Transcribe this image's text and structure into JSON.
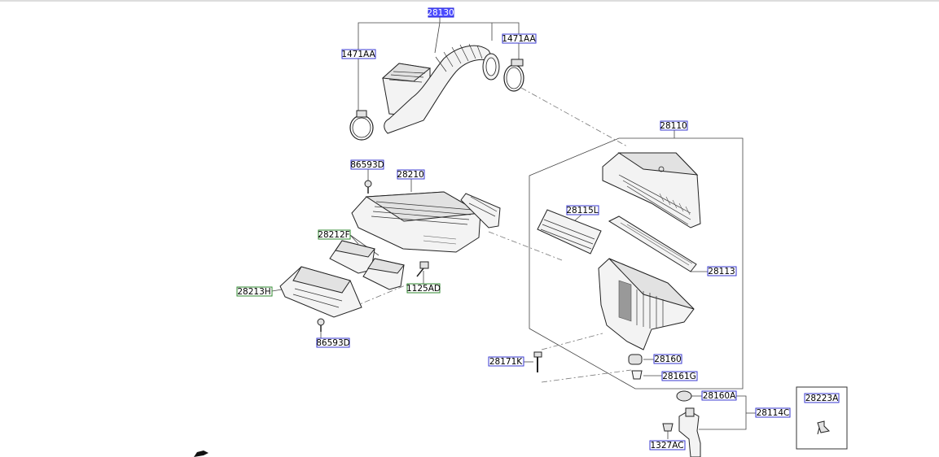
{
  "labels": {
    "hose_assembly": "28130",
    "clamp_left": "1471AA",
    "clamp_right": "1471AA",
    "air_cleaner_assy": "28110",
    "bolt_top": "86593D",
    "cover": "28210",
    "duct_f": "28212F",
    "bolt_mid": "1125AD",
    "duct_h": "28213H",
    "bolt_bottom": "86593D",
    "filter_element": "28115L",
    "cover_upper": "28113",
    "bolt_left": "28171K",
    "insulator": "28160",
    "grommet": "28161G",
    "insulator_a": "28160A",
    "bracket": "28114C",
    "bolt_bracket": "1327AC",
    "inset": "28223A"
  },
  "colors": {
    "label_border": "#3a3ad0",
    "label_border_green": "#2f8a2f",
    "highlight": "#4b4bff"
  }
}
